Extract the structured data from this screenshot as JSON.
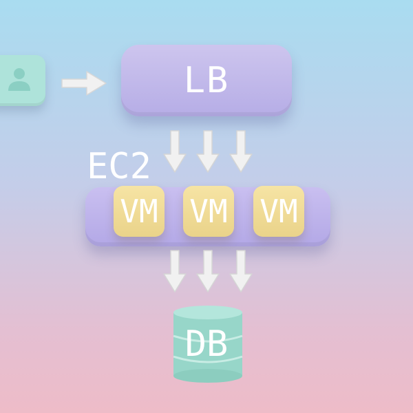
{
  "diagram": {
    "load_balancer": {
      "label": "LB"
    },
    "compute_group": {
      "label": "EC2"
    },
    "vms": [
      {
        "label": "VM"
      },
      {
        "label": "VM"
      },
      {
        "label": "VM"
      }
    ],
    "database": {
      "label": "DB"
    },
    "icons": {
      "user": "user-icon",
      "arrow_right": "arrow-right-icon",
      "arrow_down": "arrow-down-icon"
    },
    "colors": {
      "load_balancer": "#b9b0e8",
      "compute_group": "#b8ade8",
      "vm": "#f0dc96",
      "database": "#9bd9cc",
      "user_tile": "#aee3da",
      "arrows": "#ececec"
    }
  }
}
